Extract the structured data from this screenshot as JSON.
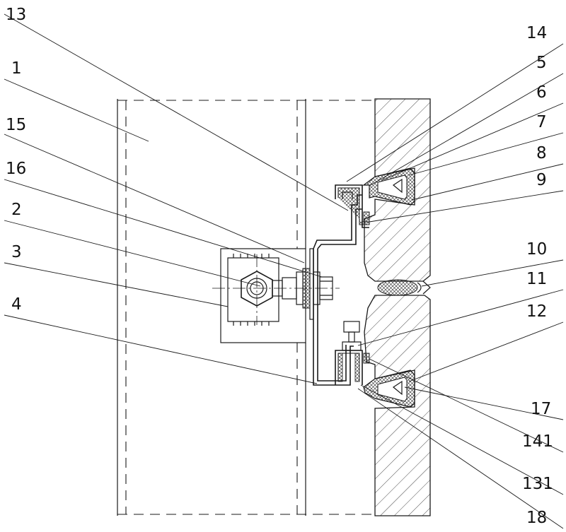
{
  "labels": {
    "l13": "13",
    "l1": "1",
    "l15": "15",
    "l16": "16",
    "l2": "2",
    "l3": "3",
    "l4": "4",
    "l14": "14",
    "l5": "5",
    "l6": "6",
    "l7": "7",
    "l8": "8",
    "l9": "9",
    "l10": "10",
    "l11": "11",
    "l12": "12",
    "l17": "17",
    "l141": "141",
    "l131": "131",
    "l18": "18"
  }
}
